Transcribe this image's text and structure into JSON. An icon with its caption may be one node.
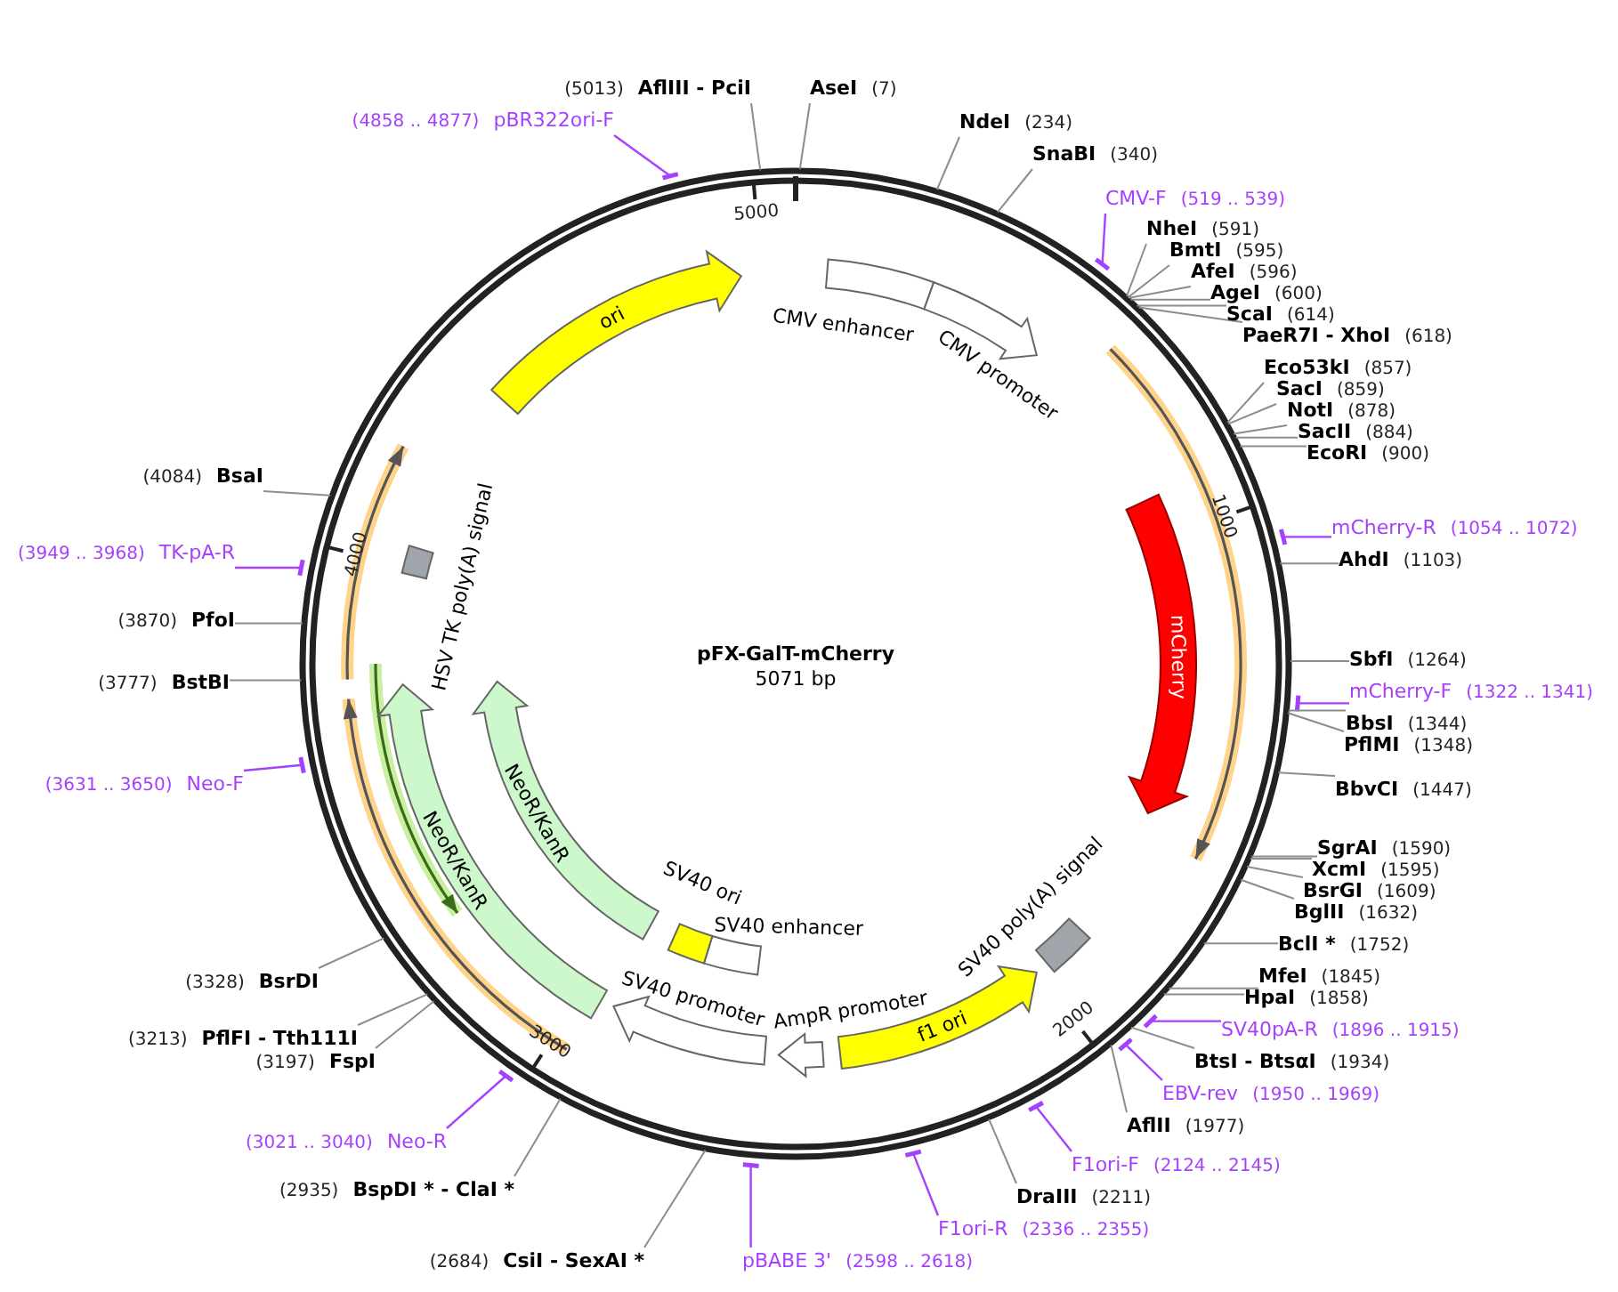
{
  "diagram": {
    "title": "pFX-GalT-mCherry",
    "nodes": [
      {
        "text": [
          "ori"
        ]
      },
      {
        "text": [
          "CMV enhancer"
        ]
      },
      {
        "text": [
          "CMV promoter"
        ]
      },
      {
        "text": [
          "mCherry"
        ]
      },
      {
        "text": [
          "SV40 poly(A) signal"
        ]
      },
      {
        "text": [
          "f1 ori"
        ]
      },
      {
        "text": [
          "AmpR promoter"
        ]
      },
      {
        "text": [
          "SV40 promoter"
        ]
      },
      {
        "text": [
          "SV40 enhancer"
        ]
      },
      {
        "text": [
          "SV40 ori"
        ]
      },
      {
        "text": [
          "NeoR/KanR"
        ]
      },
      {
        "text": [
          "NeoR/KanR"
        ]
      },
      {
        "text": [
          "HSV TK poly(A) signal"
        ]
      },
      {
        "text": [
          "AseI",
          "(7)"
        ]
      },
      {
        "text": [
          "NdeI",
          "(234)"
        ]
      },
      {
        "text": [
          "SnaBI",
          "(340)"
        ]
      },
      {
        "text": [
          "CMV-F",
          "(519 .. 539)"
        ]
      },
      {
        "text": [
          "NheI",
          "(591)"
        ]
      },
      {
        "text": [
          "BmtI",
          "(595)"
        ]
      },
      {
        "text": [
          "AfeI",
          "(596)"
        ]
      },
      {
        "text": [
          "AgeI",
          "(600)"
        ]
      },
      {
        "text": [
          "ScaI",
          "(614)"
        ]
      },
      {
        "text": [
          "PaeR7I - XhoI",
          "(618)"
        ]
      },
      {
        "text": [
          "Eco53kI",
          "(857)"
        ]
      },
      {
        "text": [
          "SacI",
          "(859)"
        ]
      },
      {
        "text": [
          "NotI",
          "(878)"
        ]
      },
      {
        "text": [
          "SacII",
          "(884)"
        ]
      },
      {
        "text": [
          "EcoRI",
          "(900)"
        ]
      },
      {
        "text": [
          "mCherry-R",
          "(1054 .. 1072)"
        ]
      },
      {
        "text": [
          "AhdI",
          "(1103)"
        ]
      },
      {
        "text": [
          "SbfI",
          "(1264)"
        ]
      },
      {
        "text": [
          "mCherry-F",
          "(1322 .. 1341)"
        ]
      },
      {
        "text": [
          "BbsI",
          "(1344)"
        ]
      },
      {
        "text": [
          "PflMI",
          "(1348)"
        ]
      },
      {
        "text": [
          "BbvCI",
          "(1447)"
        ]
      },
      {
        "text": [
          "SgrAI",
          "(1590)"
        ]
      },
      {
        "text": [
          "XcmI",
          "(1595)"
        ]
      },
      {
        "text": [
          "BsrGI",
          "(1609)"
        ]
      },
      {
        "text": [
          "BglII",
          "(1632)"
        ]
      },
      {
        "text": [
          "BclI *",
          "(1752)"
        ]
      },
      {
        "text": [
          "MfeI",
          "(1845)"
        ]
      },
      {
        "text": [
          "HpaI",
          "(1858)"
        ]
      },
      {
        "text": [
          "SV40pA-R",
          "(1896 .. 1915)"
        ]
      },
      {
        "text": [
          "BtsI - BtsαI",
          "(1934)"
        ]
      },
      {
        "text": [
          "EBV-rev",
          "(1950 .. 1969)"
        ]
      },
      {
        "text": [
          "AflII",
          "(1977)"
        ]
      },
      {
        "text": [
          "F1ori-F",
          "(2124 .. 2145)"
        ]
      },
      {
        "text": [
          "DraIII",
          "(2211)"
        ]
      },
      {
        "text": [
          "F1ori-R",
          "(2336 .. 2355)"
        ]
      },
      {
        "text": [
          "pBABE 3'",
          "(2598 .. 2618)"
        ]
      },
      {
        "text": [
          "(2684)",
          "CsiI - SexAI *"
        ]
      },
      {
        "text": [
          "(2935)",
          "BspDI * - ClaI *"
        ]
      },
      {
        "text": [
          "(3021 .. 3040)",
          "Neo-R"
        ]
      },
      {
        "text": [
          "(3197)",
          "FspI"
        ]
      },
      {
        "text": [
          "(3213)",
          "PflFI - Tth111I"
        ]
      },
      {
        "text": [
          "(3328)",
          "BsrDI"
        ]
      },
      {
        "text": [
          "(3631 .. 3650)",
          "Neo-F"
        ]
      },
      {
        "text": [
          "(3777)",
          "BstBI"
        ]
      },
      {
        "text": [
          "(3870)",
          "PfoI"
        ]
      },
      {
        "text": [
          "(3949 .. 3968)",
          "TK-pA-R"
        ]
      },
      {
        "text": [
          "(4084)",
          "BsaI"
        ]
      },
      {
        "text": [
          "(4858 .. 4877)",
          "pBR322ori-F"
        ]
      },
      {
        "text": [
          "(5013)",
          "AflIII - PciI"
        ]
      }
    ],
    "edges": [
      {
        "from": 13,
        "to": null,
        "arrow": "none"
      },
      {
        "from": 14,
        "to": null,
        "arrow": "none"
      },
      {
        "from": 15,
        "to": null,
        "arrow": "none"
      },
      {
        "from": 16,
        "to": null,
        "arrow": "none",
        "color": "#a640ff"
      },
      {
        "from": 17,
        "to": null,
        "arrow": "none"
      },
      {
        "from": 18,
        "to": null,
        "arrow": "none"
      },
      {
        "from": 19,
        "to": null,
        "arrow": "none"
      },
      {
        "from": 20,
        "to": null,
        "arrow": "none"
      },
      {
        "from": 21,
        "to": null,
        "arrow": "none"
      },
      {
        "from": 22,
        "to": null,
        "arrow": "none"
      },
      {
        "from": 23,
        "to": null,
        "arrow": "none"
      },
      {
        "from": 24,
        "to": null,
        "arrow": "none"
      },
      {
        "from": 25,
        "to": null,
        "arrow": "none"
      },
      {
        "from": 26,
        "to": null,
        "arrow": "none"
      },
      {
        "from": 27,
        "to": null,
        "arrow": "none"
      },
      {
        "from": 28,
        "to": null,
        "arrow": "none",
        "color": "#a640ff"
      },
      {
        "from": 29,
        "to": null,
        "arrow": "none"
      },
      {
        "from": 30,
        "to": null,
        "arrow": "none"
      },
      {
        "from": 31,
        "to": null,
        "arrow": "none",
        "color": "#a640ff"
      },
      {
        "from": 32,
        "to": null,
        "arrow": "none"
      },
      {
        "from": 33,
        "to": null,
        "arrow": "none"
      },
      {
        "from": 34,
        "to": null,
        "arrow": "none"
      },
      {
        "from": 35,
        "to": null,
        "arrow": "none"
      },
      {
        "from": 36,
        "to": null,
        "arrow": "none"
      },
      {
        "from": 37,
        "to": null,
        "arrow": "none"
      },
      {
        "from": 38,
        "to": null,
        "arrow": "none"
      },
      {
        "from": 39,
        "to": null,
        "arrow": "none"
      },
      {
        "from": 40,
        "to": null,
        "arrow": "none"
      },
      {
        "from": 41,
        "to": null,
        "arrow": "none"
      },
      {
        "from": 42,
        "to": null,
        "arrow": "none",
        "color": "#a640ff"
      },
      {
        "from": 43,
        "to": null,
        "arrow": "none"
      },
      {
        "from": 44,
        "to": null,
        "arrow": "none",
        "color": "#a640ff"
      },
      {
        "from": 45,
        "to": null,
        "arrow": "none"
      },
      {
        "from": 46,
        "to": null,
        "arrow": "none",
        "color": "#a640ff"
      },
      {
        "from": 47,
        "to": null,
        "arrow": "none"
      },
      {
        "from": 48,
        "to": null,
        "arrow": "none",
        "color": "#a640ff"
      },
      {
        "from": 49,
        "to": null,
        "arrow": "none",
        "color": "#a640ff"
      },
      {
        "from": 50,
        "to": null,
        "arrow": "none"
      },
      {
        "from": 51,
        "to": null,
        "arrow": "none"
      },
      {
        "from": 52,
        "to": null,
        "arrow": "none",
        "color": "#a640ff"
      },
      {
        "from": 53,
        "to": null,
        "arrow": "none"
      },
      {
        "from": 54,
        "to": null,
        "arrow": "none"
      },
      {
        "from": 55,
        "to": null,
        "arrow": "none"
      },
      {
        "from": 56,
        "to": null,
        "arrow": "none",
        "color": "#a640ff"
      },
      {
        "from": 57,
        "to": null,
        "arrow": "none"
      },
      {
        "from": 58,
        "to": null,
        "arrow": "none"
      },
      {
        "from": 59,
        "to": null,
        "arrow": "none",
        "color": "#a640ff"
      },
      {
        "from": 60,
        "to": null,
        "arrow": "none"
      },
      {
        "from": 61,
        "to": null,
        "arrow": "none",
        "color": "#a640ff"
      },
      {
        "from": 62,
        "to": null,
        "arrow": "none"
      }
    ],
    "labels": [
      "5071 bp",
      "5000",
      "1000",
      "2000",
      "3000",
      "4000"
    ]
  }
}
